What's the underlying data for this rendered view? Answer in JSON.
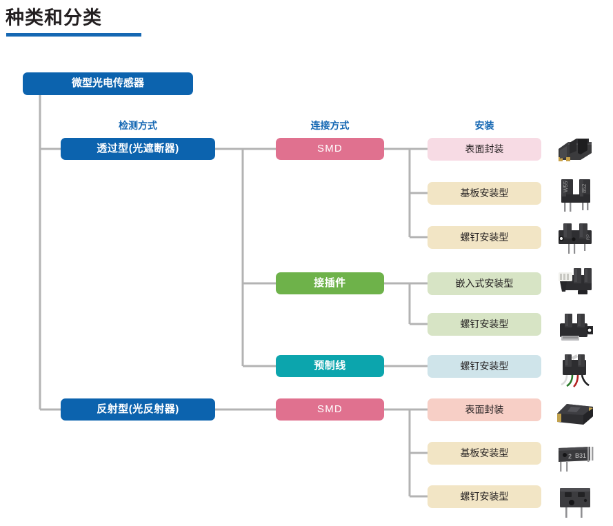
{
  "page": {
    "title": "种类和分类",
    "accent_color": "#1668b3"
  },
  "palette": {
    "blue": "#0c63ae",
    "pink": "#e0718f",
    "green": "#6eb24a",
    "teal": "#0ca5ad",
    "pale_pink": "#f7dbe4",
    "cream": "#f2e5c5",
    "pale_green": "#d7e4c5",
    "pale_blue": "#cfe4ea",
    "pale_salmon": "#f7cfc6",
    "wire": "#b3b3b3",
    "text_dark": "#231f20"
  },
  "root": {
    "label": "微型光电传感器"
  },
  "columns": [
    {
      "caption": "检测方式"
    },
    {
      "caption": "连接方式"
    },
    {
      "caption": "安装"
    }
  ],
  "branches": [
    {
      "type_label": "透过型(光遮断器)",
      "connections": [
        {
          "label": "SMD",
          "mountings": [
            {
              "label": "表面封装",
              "photo": "photointerrupter-smd"
            },
            {
              "label": "基板安装型",
              "photo": "photointerrupter-through-hole"
            },
            {
              "label": "螺钉安装型",
              "photo": "photointerrupter-screw"
            }
          ]
        },
        {
          "label": "接插件",
          "mountings": [
            {
              "label": "嵌入式安装型",
              "photo": "photointerrupter-connector-flat"
            },
            {
              "label": "螺钉安装型",
              "photo": "photointerrupter-connector-tab"
            }
          ]
        },
        {
          "label": "预制线",
          "mountings": [
            {
              "label": "螺钉安装型",
              "photo": "photointerrupter-cable"
            }
          ]
        }
      ]
    },
    {
      "type_label": "反射型(光反射器)",
      "connections": [
        {
          "label": "SMD",
          "mountings": [
            {
              "label": "表面封装",
              "photo": "photoreflector-smd"
            },
            {
              "label": "基板安装型",
              "photo": "photoreflector-through-hole"
            },
            {
              "label": "螺钉安装型",
              "photo": "photoreflector-screw"
            }
          ]
        }
      ]
    }
  ]
}
